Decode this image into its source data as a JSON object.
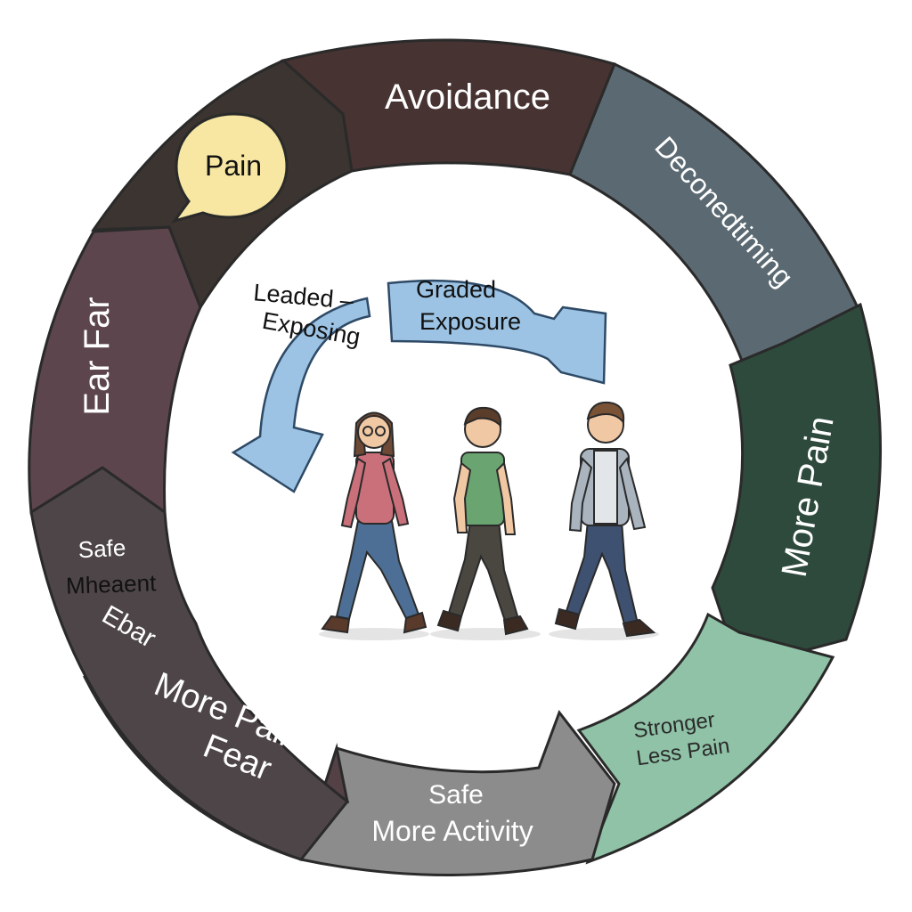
{
  "cycle": {
    "segments": [
      {
        "id": "avoidance",
        "lines": [
          "Avoidance"
        ],
        "color": "#473332"
      },
      {
        "id": "deconditioning",
        "lines": [
          "Deconedtiming"
        ],
        "color": "#5b6a72"
      },
      {
        "id": "more-pain",
        "lines": [
          "More  Pain"
        ],
        "color": "#2d4a3c"
      },
      {
        "id": "stronger",
        "lines": [
          "Stronger",
          "Less Pain"
        ],
        "color": "#8fc2a6"
      },
      {
        "id": "safe-more-activity",
        "lines": [
          "Safe",
          "More Activity"
        ],
        "color": "#8c8c8c"
      },
      {
        "id": "more-pain-fear",
        "lines": [
          "More Paiin",
          "Fear"
        ],
        "color": "#544146"
      },
      {
        "id": "safe-movement",
        "lines": [
          "Safe",
          "Mheaent",
          "Ebar"
        ],
        "color": "#4e4548"
      },
      {
        "id": "fear",
        "lines": [
          "Ear Far"
        ],
        "color": "#5c454c"
      },
      {
        "id": "pain-segment",
        "lines": [],
        "color": "#3b3430"
      }
    ]
  },
  "pain_bubble": {
    "label": "Pain",
    "fill": "#f7e7a3"
  },
  "center": {
    "arrow_left_lines": [
      "Leaded –",
      "Exposing"
    ],
    "arrow_right_lines": [
      "Graded",
      "Exposure"
    ],
    "arrow_color": "#9cc3e4"
  },
  "people": [
    {
      "id": "person-1",
      "shirt": "#c9707a",
      "hair": "#6e4a36"
    },
    {
      "id": "person-2",
      "shirt": "#6aa471",
      "hair": "#5a3d2a"
    },
    {
      "id": "person-3",
      "shirt": "#e3e6e9",
      "hair": "#7a5236"
    }
  ]
}
